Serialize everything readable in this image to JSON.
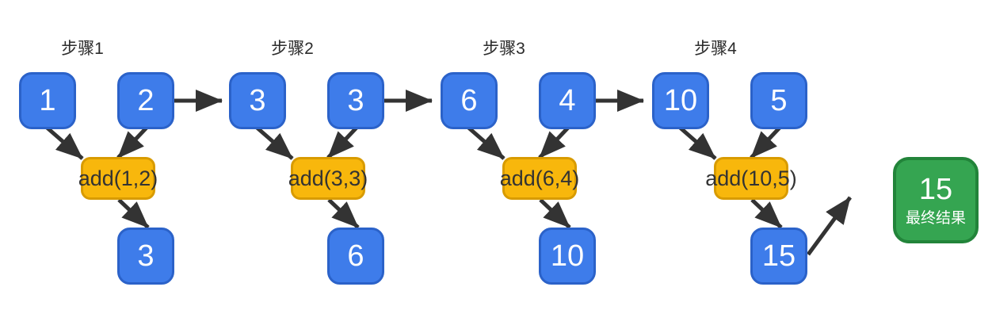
{
  "diagram": {
    "steps": [
      {
        "title": "步骤1",
        "input1": "1",
        "input2": "2",
        "operation": "add(1,2)",
        "result": "3"
      },
      {
        "title": "步骤2",
        "input1": "3",
        "input2": "3",
        "operation": "add(3,3)",
        "result": "6"
      },
      {
        "title": "步骤3",
        "input1": "6",
        "input2": "4",
        "operation": "add(6,4)",
        "result": "10"
      },
      {
        "title": "步骤4",
        "input1": "10",
        "input2": "5",
        "operation": "add(10,5)",
        "result": "15"
      }
    ],
    "final_result": {
      "value": "15",
      "label": "最终结果"
    }
  },
  "colors": {
    "node_blue": "#3E7CEA",
    "node_blue_border": "#2B62C9",
    "node_orange": "#F8B70C",
    "node_orange_border": "#D89B00",
    "node_green": "#35A551",
    "node_green_border": "#22843A",
    "arrow": "#333333"
  }
}
